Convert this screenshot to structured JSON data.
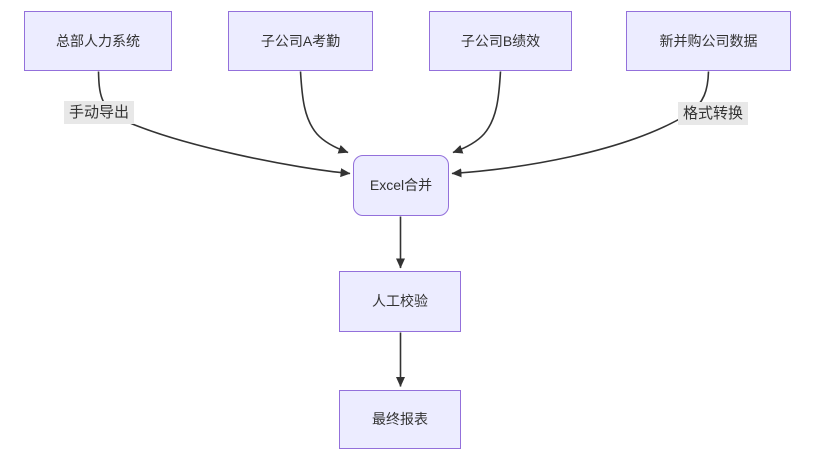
{
  "diagram": {
    "type": "flowchart",
    "direction": "top-down",
    "colors": {
      "canvas_bg": "#ffffff",
      "node_fill": "#ECECFF",
      "node_border": "#9370DB",
      "edge_color": "#333333",
      "edge_label_bg": "#e8e8e8",
      "text_color": "#333333"
    },
    "nodes": [
      {
        "id": "hq",
        "label": "总部人力系统",
        "shape": "rect"
      },
      {
        "id": "subA",
        "label": "子公司A考勤",
        "shape": "rect"
      },
      {
        "id": "subB",
        "label": "子公司B绩效",
        "shape": "rect"
      },
      {
        "id": "acq",
        "label": "新并购公司数据",
        "shape": "rect"
      },
      {
        "id": "excel",
        "label": "Excel合并",
        "shape": "rounded"
      },
      {
        "id": "verify",
        "label": "人工校验",
        "shape": "rect"
      },
      {
        "id": "report",
        "label": "最终报表",
        "shape": "rect"
      }
    ],
    "edges": [
      {
        "from": "hq",
        "to": "excel",
        "label": "手动导出"
      },
      {
        "from": "subA",
        "to": "excel",
        "label": ""
      },
      {
        "from": "subB",
        "to": "excel",
        "label": ""
      },
      {
        "from": "acq",
        "to": "excel",
        "label": "格式转换"
      },
      {
        "from": "excel",
        "to": "verify",
        "label": ""
      },
      {
        "from": "verify",
        "to": "report",
        "label": ""
      }
    ]
  }
}
